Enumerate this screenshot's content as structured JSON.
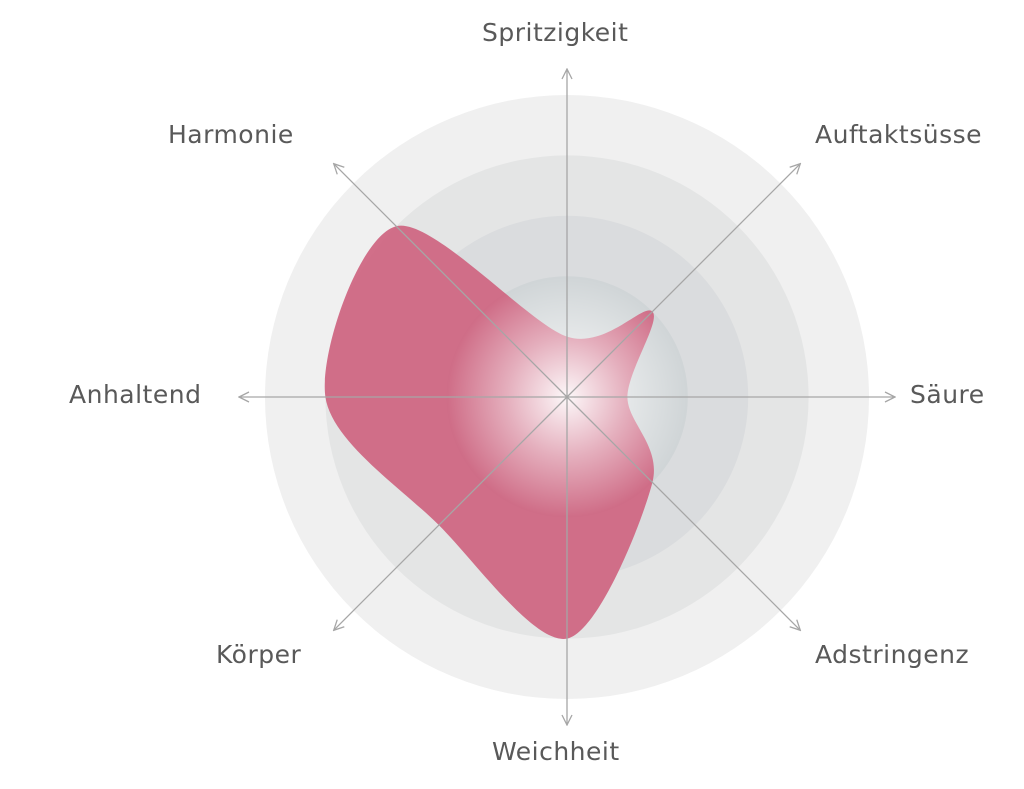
{
  "chart_data": {
    "type": "radar",
    "title": "",
    "axes": [
      "Spritzigkeit",
      "Auftaktsüsse",
      "Säure",
      "Adstringenz",
      "Weichheit",
      "Körper",
      "Anhaltend",
      "Harmonie"
    ],
    "values": [
      1,
      2,
      1,
      2,
      4,
      3,
      4,
      4
    ],
    "scale": {
      "min": 0,
      "max": 5,
      "rings": 5
    },
    "grid": true,
    "legend": null,
    "curve": "smooth-closed"
  },
  "labels": {
    "spritzigkeit": "Spritzigkeit",
    "auftaktsuesse": "Auftaktsüsse",
    "saeure": "Säure",
    "adstringenz": "Adstringenz",
    "weichheit": "Weichheit",
    "koerper": "Körper",
    "anhaltend": "Anhaltend",
    "harmonie": "Harmonie"
  },
  "colors": {
    "shape": "#cf6581",
    "ring_outer": "#f0f0f0",
    "ring_2": "#e4e5e5",
    "ring_3": "#dadcde",
    "ring_4": "#d0d5d7",
    "axis": "#a6a6a6",
    "label": "#595959"
  }
}
